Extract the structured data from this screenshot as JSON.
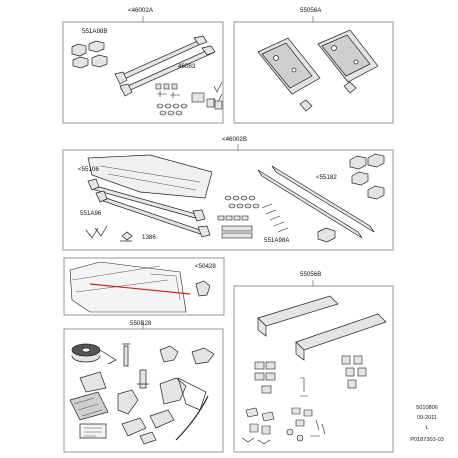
{
  "diagram": {
    "kits": [
      {
        "id": "<46002A",
        "title": "<46002A"
      },
      {
        "id": "55056A",
        "title": "55056A"
      },
      {
        "id": "<46002B",
        "title": "<46002B"
      },
      {
        "id": "<50428",
        "title": "<50428"
      },
      {
        "id": "55056B",
        "title": "55056B"
      },
      {
        "id": "550B28",
        "title": "550B28"
      }
    ],
    "callouts": {
      "c551a98b": "551A98B",
      "c46083": "46083",
      "c55106": "<55106",
      "c551a96": "551A96",
      "c1386": "1386",
      "c55182": "<55182",
      "c551a98a": "551A98A"
    },
    "reference": {
      "number": "5010806",
      "date": "09-2011",
      "symbol": "L",
      "illustration": "P0187303-03"
    },
    "colors": {
      "line": "#222222",
      "frame": "#7a7a7a",
      "pointer": "#d42020",
      "part_fill": "#e4e4e4"
    }
  }
}
